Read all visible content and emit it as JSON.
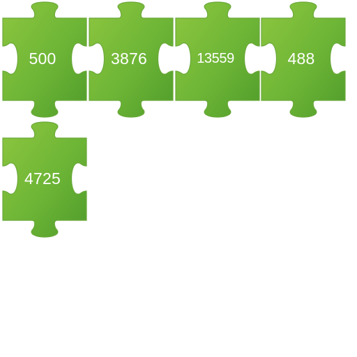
{
  "pieces": [
    {
      "label": "500"
    },
    {
      "label": "3876"
    },
    {
      "label": "13559"
    },
    {
      "label": "488"
    },
    {
      "label": "4725"
    }
  ],
  "colors": {
    "piece_light": "#8dc63f",
    "piece_dark": "#4f9c2b",
    "piece_edge": "#6aa83a",
    "text": "#ffffff"
  }
}
